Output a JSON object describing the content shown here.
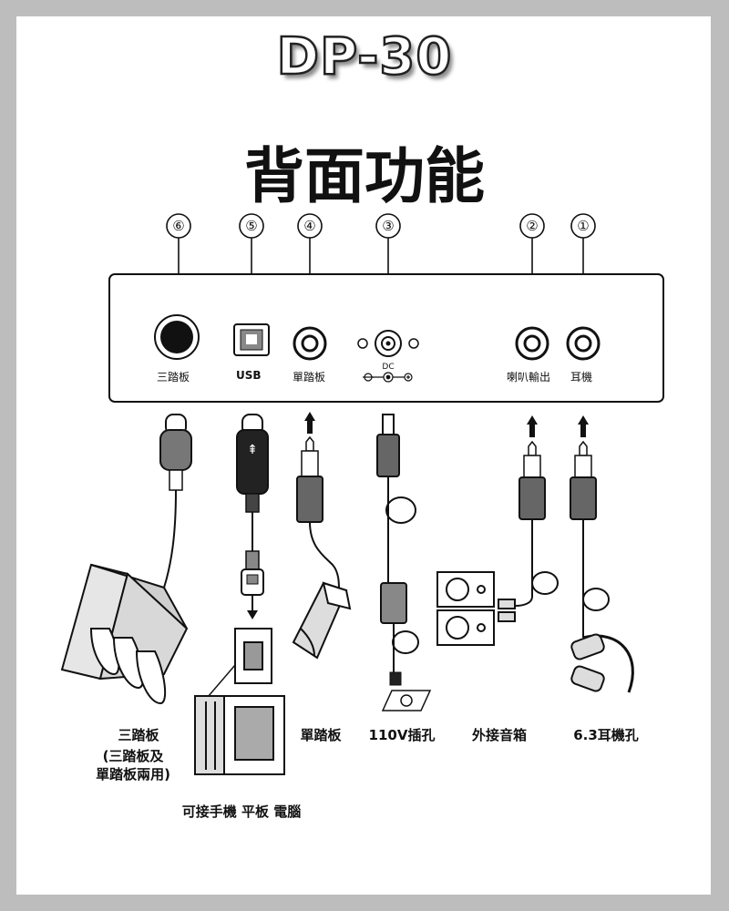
{
  "title": "DP-30",
  "subtitle": "背面功能",
  "ports": [
    {
      "num": "⑥",
      "label": "三踏板"
    },
    {
      "num": "⑤",
      "label": "USB"
    },
    {
      "num": "④",
      "label": "單踏板"
    },
    {
      "num": "③",
      "label": "DC"
    },
    {
      "num": "②",
      "label": "喇叭輸出"
    },
    {
      "num": "①",
      "label": "耳機"
    }
  ],
  "captions": {
    "triple_pedal": "三踏板",
    "triple_pedal_note": "(三踏板及\n單踏板兩用)",
    "single_pedal": "單踏板",
    "power": "110V插孔",
    "speakers": "外接音箱",
    "headphone": "6.3耳機孔",
    "devices": "可接手機 平板 電腦"
  }
}
